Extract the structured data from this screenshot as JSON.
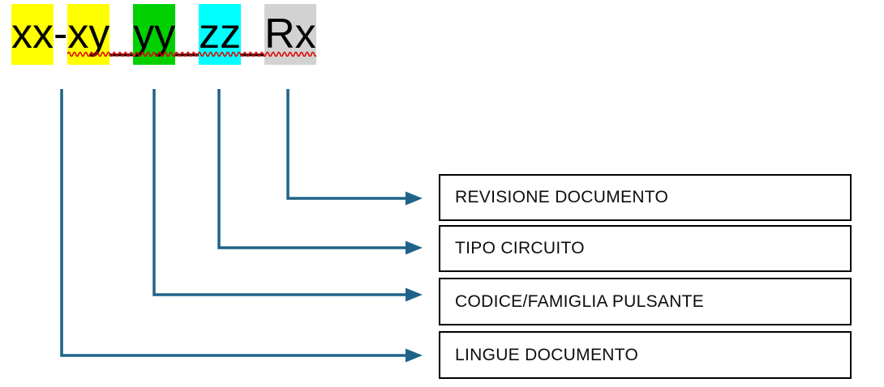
{
  "diagram": {
    "background": "#FFFFFF",
    "code": {
      "full_text": "xx-xy_yy_zz_Rx",
      "segments": [
        {
          "text": "xx",
          "bg": "#FFFF00"
        },
        {
          "text": "-",
          "bg": "transparent"
        },
        {
          "text": "xy",
          "bg": "#FFFF00"
        },
        {
          "text": "_",
          "bg": "transparent"
        },
        {
          "text": "yy",
          "bg": "#00D000"
        },
        {
          "text": "_",
          "bg": "transparent"
        },
        {
          "text": "zz",
          "bg": "#00FFFF"
        },
        {
          "text": "_",
          "bg": "transparent"
        },
        {
          "text": "Rx",
          "bg": "#D2D2D2"
        }
      ],
      "spellcheck_color": "#DD0000"
    },
    "connector_color": "#1F6488",
    "box_border_color": "#000000",
    "boxes": [
      {
        "label": "REVISIONE DOCUMENTO",
        "maps_to": "Rx"
      },
      {
        "label": "TIPO CIRCUITO",
        "maps_to": "zz"
      },
      {
        "label": "CODICE/FAMIGLIA PULSANTE",
        "maps_to": "yy"
      },
      {
        "label": "LINGUE DOCUMENTO",
        "maps_to": "xx-xy"
      }
    ]
  }
}
